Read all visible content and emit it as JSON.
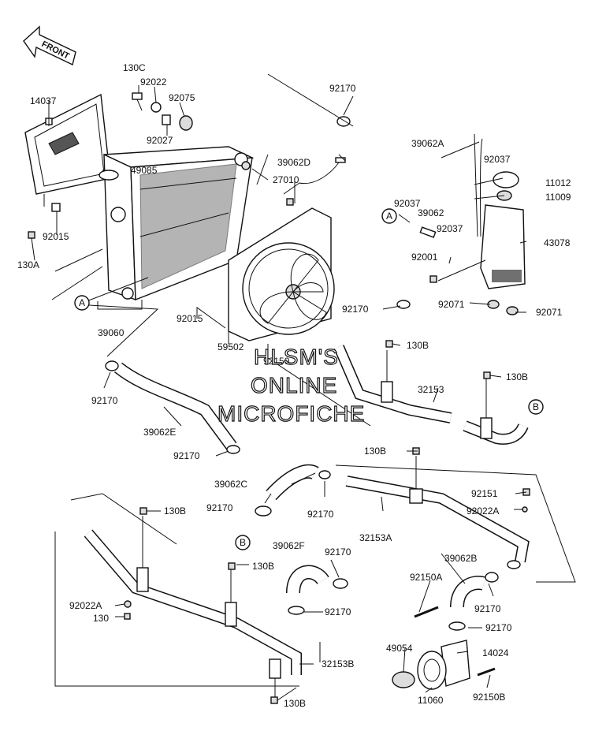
{
  "front_arrow": {
    "label": "FRONT"
  },
  "watermark": {
    "line1": "HLSM'S",
    "line2": "ONLINE",
    "line3": "MICROFICHE"
  },
  "callouts": [
    "A",
    "A",
    "B",
    "B"
  ],
  "part_labels": [
    "130C",
    "92022",
    "92075",
    "92027",
    "14037",
    "49085",
    "92015",
    "130A",
    "39060",
    "92170",
    "39062D",
    "27010",
    "39062A",
    "92037",
    "11012",
    "11009",
    "92037",
    "39062",
    "92037",
    "43078",
    "92001",
    "92071",
    "92071",
    "92170",
    "92015",
    "59502",
    "92150",
    "130B",
    "130B",
    "32153",
    "92170",
    "39062E",
    "92170",
    "130B",
    "39062C",
    "92151",
    "92022A",
    "92170",
    "92170",
    "32153A",
    "130B",
    "130B",
    "39062F",
    "92170",
    "39062B",
    "92150A",
    "92022A",
    "130",
    "92170",
    "92170",
    "49054",
    "14024",
    "32153B",
    "11060",
    "92150B",
    "130B"
  ]
}
